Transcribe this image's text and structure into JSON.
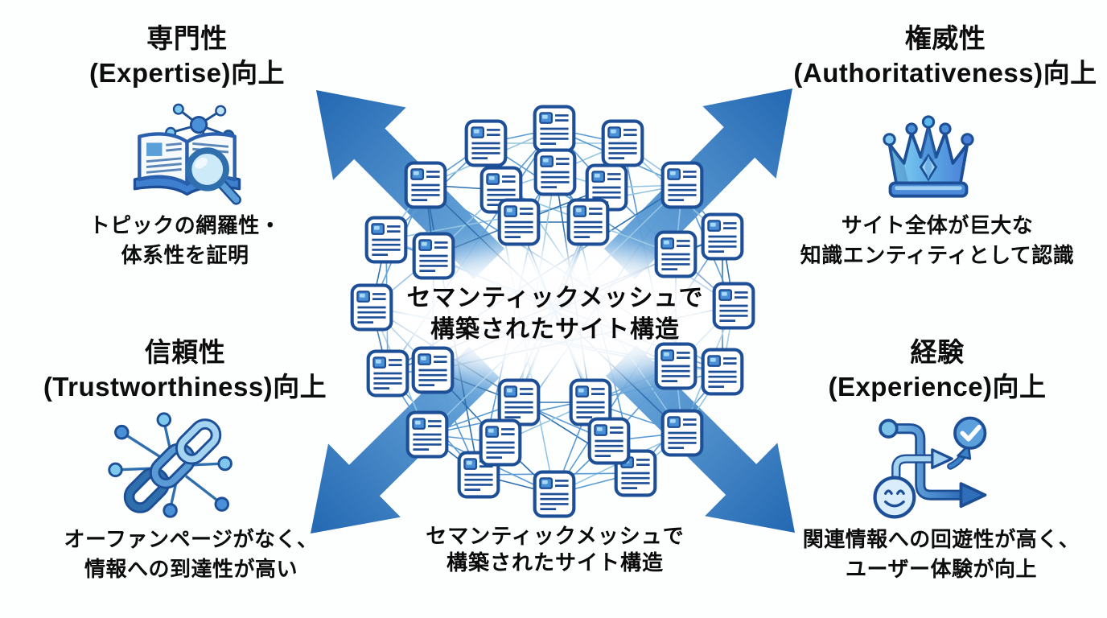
{
  "illustration": {
    "center_label_line1": "セマンティックメッシュで",
    "center_label_line2": "構築されたサイト構造",
    "caption_line1": "セマンティックメッシュで",
    "caption_line2": "構築されたサイト構造",
    "mesh_node_icon": "document-page-icon"
  },
  "quadrants": {
    "expertise": {
      "title_ja": "専門性",
      "title_en": "(Expertise)向上",
      "description_line1": "トピックの網羅性・",
      "description_line2": "体系性を証明",
      "icon": "book-magnifier-knowledge-icon"
    },
    "authoritativeness": {
      "title_ja": "権威性",
      "title_en": "(Authoritativeness)向上",
      "description_line1": "サイト全体が巨大な",
      "description_line2": "知識エンティティとして認識",
      "icon": "crown-icon"
    },
    "trustworthiness": {
      "title_ja": "信頼性",
      "title_en": "(Trustworthiness)向上",
      "description_line1": "オーファンページがなく、",
      "description_line2": "情報への到達性が高い",
      "icon": "chain-link-network-icon"
    },
    "experience": {
      "title_ja": "経験",
      "title_en": "(Experience)向上",
      "description_line1": "関連情報への回遊性が高く、",
      "description_line2": "ユーザー体験が向上",
      "icon": "user-journey-path-icon"
    }
  },
  "colors": {
    "background": "#fdfefe",
    "text": "#111111",
    "arrow_light": "#6fabde",
    "arrow_dark": "#2368b2",
    "node_border": "#1d4f97",
    "node_fill": "#ffffff",
    "node_accent": "#4a90d8",
    "mesh_line_light": "#93c5e2",
    "mesh_line_mid": "#5b9bd5",
    "mesh_line_dark": "#2f6fad",
    "icon_light_blue": "#a8d8f2",
    "icon_mid_blue": "#4a90d8",
    "icon_dark_blue": "#2f6fad"
  }
}
